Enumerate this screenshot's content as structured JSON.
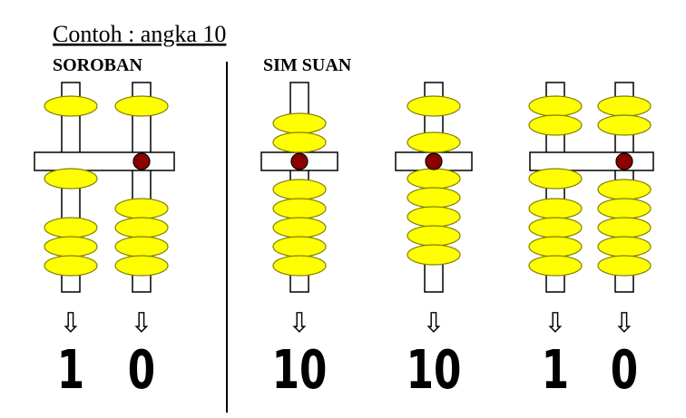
{
  "title": "Contoh : angka 10",
  "sections": [
    {
      "label": "SOROBAN",
      "abaci": [
        {
          "rods": [
            {
              "upper_beads": 1,
              "upper_active": 0,
              "lower_beads": 4,
              "lower_active": 1,
              "unit_dot": false,
              "digit": "1"
            },
            {
              "upper_beads": 1,
              "upper_active": 0,
              "lower_beads": 4,
              "lower_active": 0,
              "unit_dot": true,
              "digit": "0"
            }
          ]
        }
      ]
    },
    {
      "label": "SIM SUAN",
      "abaci": [
        {
          "rods": [
            {
              "upper_beads": 2,
              "upper_active": 2,
              "lower_beads": 5,
              "lower_active": 0,
              "unit_dot": true,
              "digit": "10"
            }
          ]
        },
        {
          "rods": [
            {
              "upper_beads": 2,
              "upper_active": 1,
              "lower_beads": 5,
              "lower_active": 5,
              "unit_dot": true,
              "digit": "10"
            }
          ]
        },
        {
          "rods": [
            {
              "upper_beads": 2,
              "upper_active": 0,
              "lower_beads": 5,
              "lower_active": 1,
              "unit_dot": false,
              "digit": "1"
            },
            {
              "upper_beads": 2,
              "upper_active": 0,
              "lower_beads": 5,
              "lower_active": 0,
              "unit_dot": true,
              "digit": "0"
            }
          ]
        }
      ]
    }
  ],
  "arrow_glyph": "⇩",
  "colors": {
    "bead_fill": "#ffff00",
    "bead_stroke": "#808000",
    "rod_fill": "#ffffff",
    "outline": "#000000",
    "unit_dot": "#8b0000"
  }
}
